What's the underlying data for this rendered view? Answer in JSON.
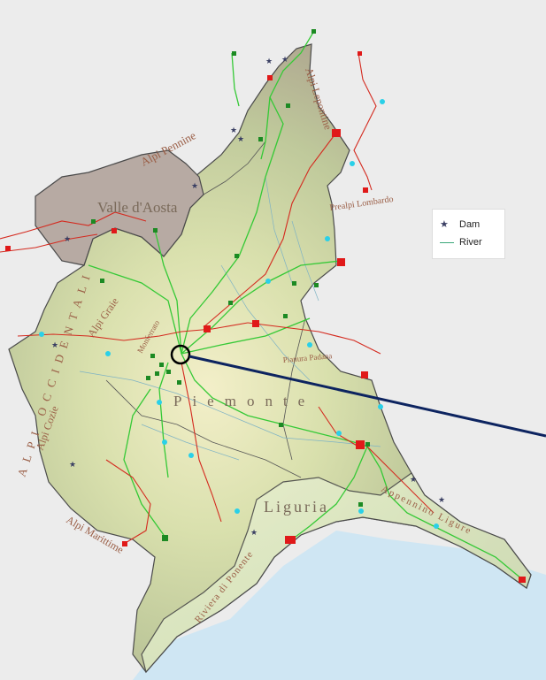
{
  "map": {
    "region_labels": [
      "Valle d'Aosta",
      "Piemonte",
      "Liguria"
    ],
    "feature_labels": {
      "alpi_pennine": "Alpi Pennine",
      "alpi_lepontine": "Alpi Lepontine",
      "prealpi_lombardo": "Prealpi Lombardo",
      "alpi_occidentali": "ALPI OCCIDENTALI",
      "alpi_graie": "Alpi Graie",
      "alpi_cozie": "Alpi Cozie",
      "alpi_marittime": "Alpi Marittime",
      "pianura_padana": "Pianura Padana",
      "appennino_ligure": "Appennino Ligure",
      "riviera_ponente": "Riviera di Ponente",
      "monferrato": "Monferrato"
    },
    "legend": {
      "dam_label": "Dam",
      "river_label": "River",
      "dam_icon": "star-icon",
      "river_color": "#3ba779"
    },
    "colors": {
      "sea": "#cfe6f3",
      "power_line": "#d42a1f",
      "green_network": "#35c936",
      "boundary": "#4a4a4a",
      "leader_line": "#0d2460",
      "marker_cyan": "#2ad0e8",
      "marker_red": "#e01919",
      "marker_green": "#1c8a23"
    }
  }
}
